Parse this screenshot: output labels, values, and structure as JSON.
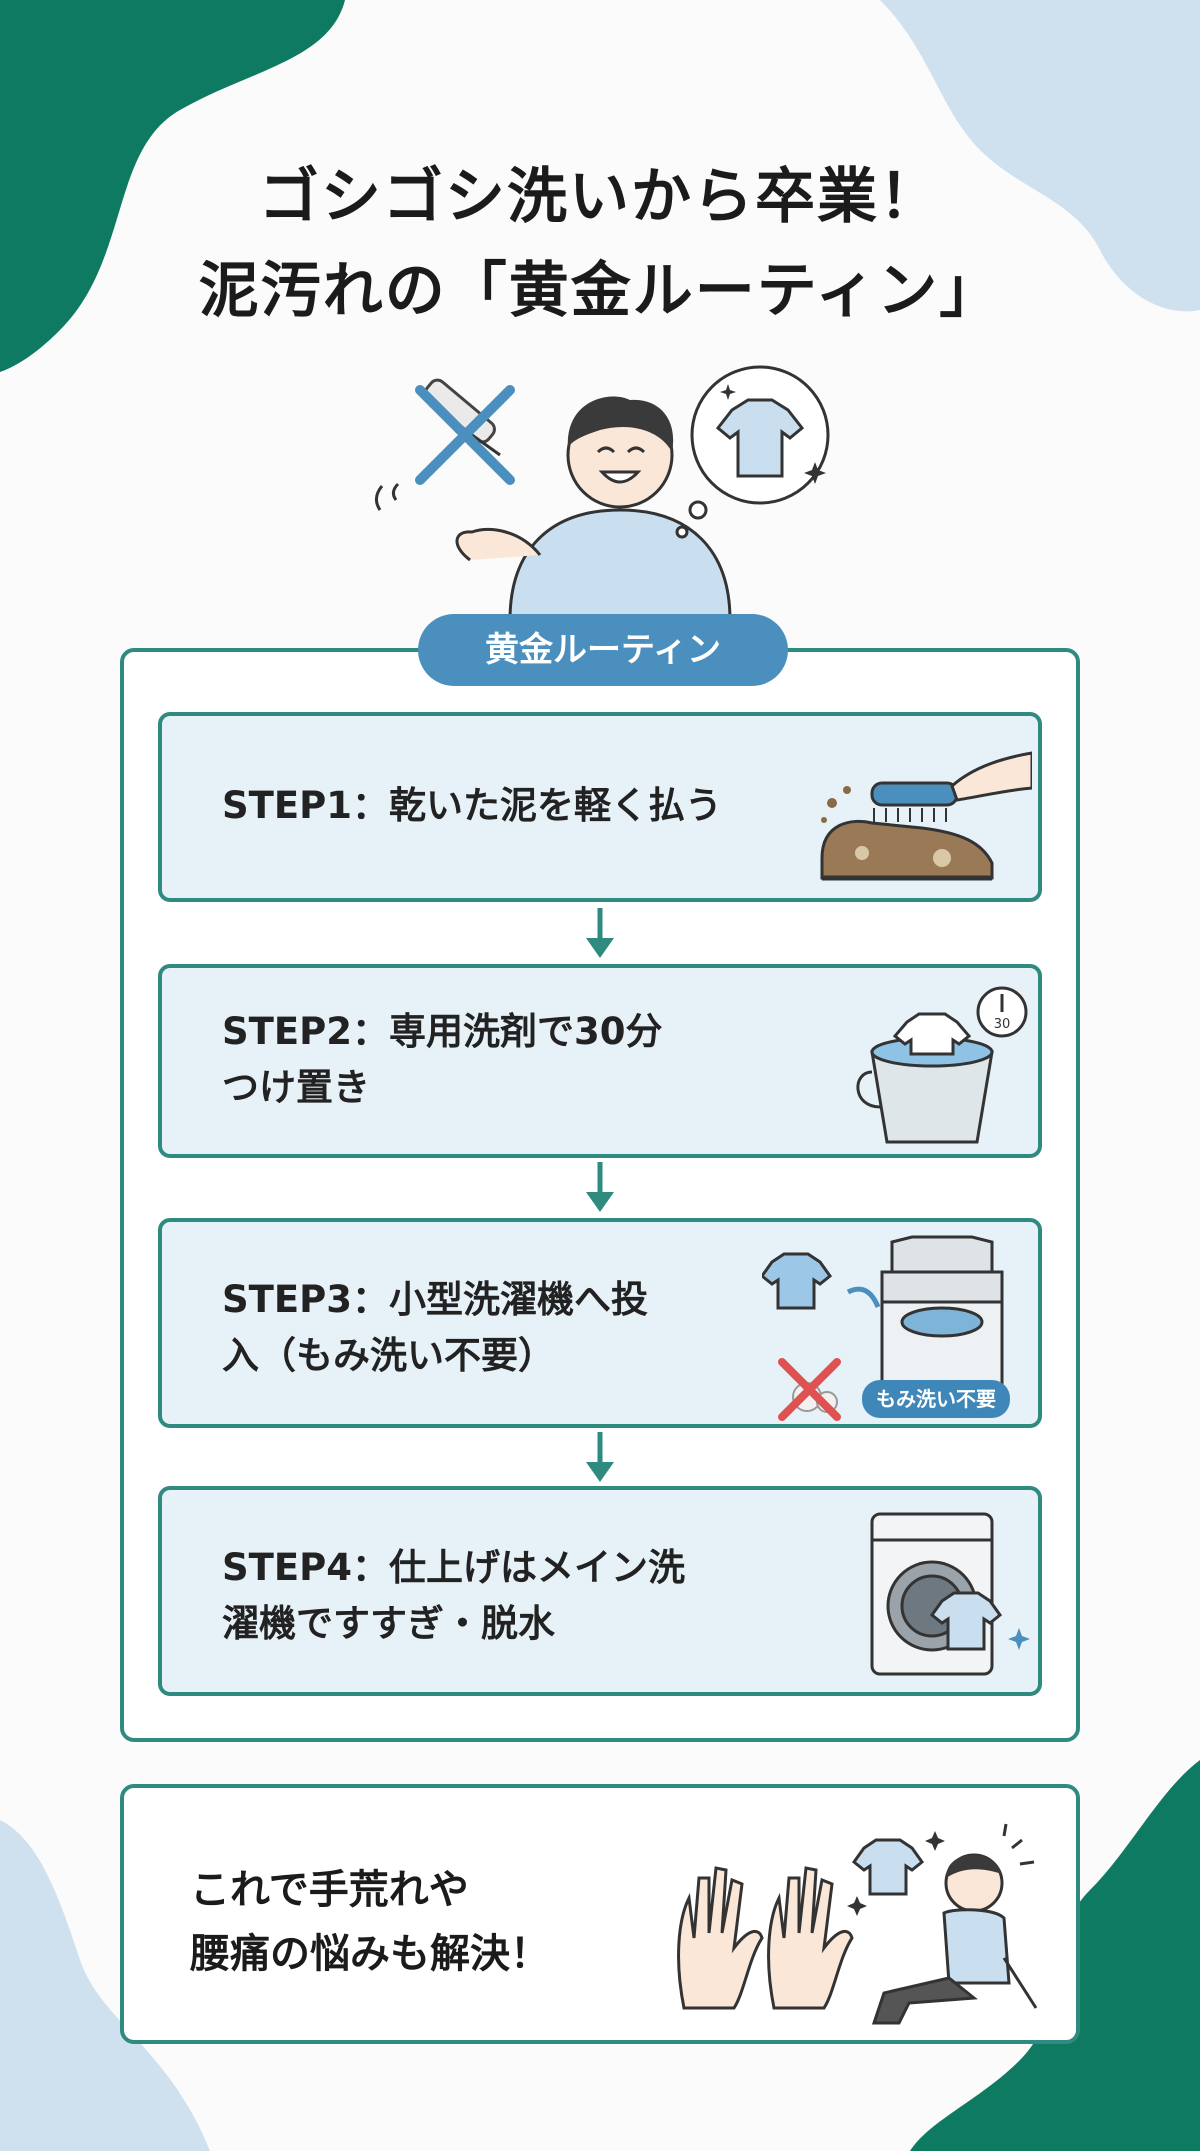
{
  "title": {
    "line1": "ゴシゴシ洗いから卒業！",
    "line2": "泥汚れの「黄金ルーティン」"
  },
  "routine_label": "黄金ルーティン",
  "steps": [
    {
      "label": "STEP1：",
      "text": "乾いた泥を軽く払う",
      "icon": "brush-shoe-icon"
    },
    {
      "label": "STEP2：",
      "text": "専用洗剤で30分つけ置き",
      "icon": "bucket-soak-icon"
    },
    {
      "label": "STEP3：",
      "text": "小型洗濯機へ投入（もみ洗い不要）",
      "icon": "mini-washer-icon"
    },
    {
      "label": "STEP4：",
      "text": "仕上げはメイン洗濯機ですすぎ・脱水",
      "icon": "front-loader-icon"
    }
  ],
  "step2_timer": "30",
  "step3_badge": "もみ洗い不要",
  "bottom": {
    "line1": "これで手荒れや",
    "line2": "腰痛の悩みも解決！"
  },
  "colors": {
    "teal": "#2f8a80",
    "dark_green": "#0f7a62",
    "light_blue": "#cfe0ee",
    "accent_blue": "#4a8fbe",
    "step_bg": "#e7f2f8"
  }
}
